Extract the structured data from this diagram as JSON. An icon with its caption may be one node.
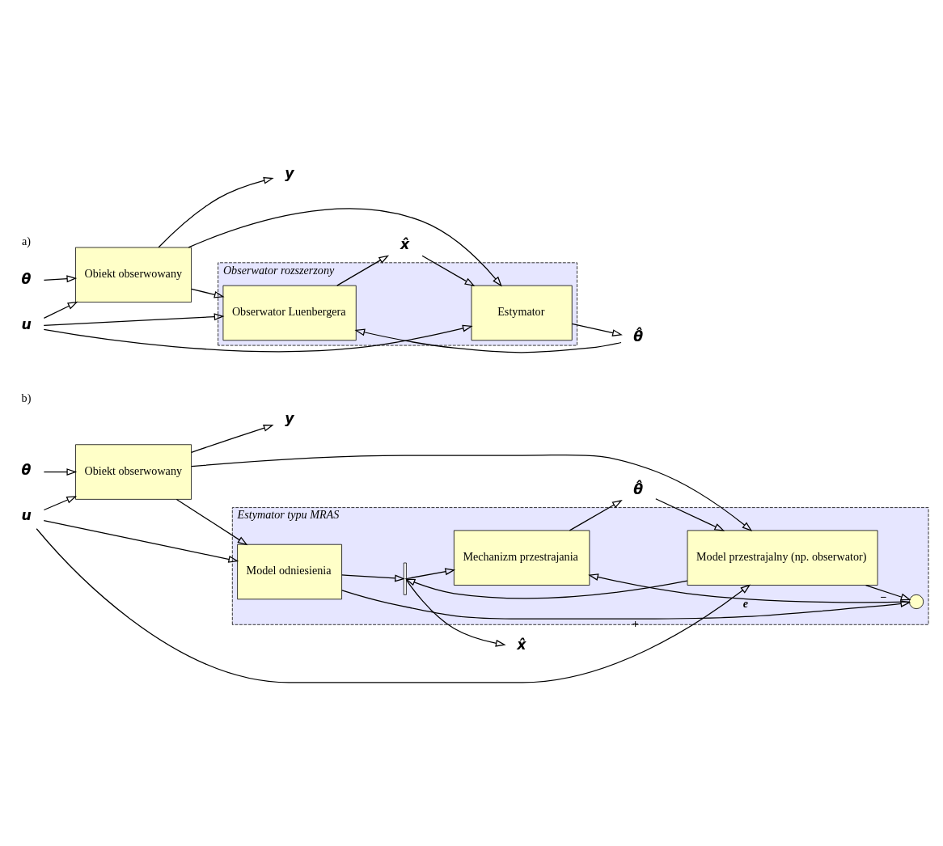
{
  "diagram": {
    "nodes": [
      {
        "text": [
          "θ"
        ]
      },
      {
        "text": [
          "u"
        ]
      },
      {
        "text": [
          "Obiekt obserwowany"
        ]
      },
      {
        "text": [
          "y"
        ]
      },
      {
        "text": [
          "Obserwator rozszerzony"
        ]
      },
      {
        "text": [
          "Obserwator Luenbergera"
        ],
        "in": 4
      },
      {
        "text": [
          "x̂"
        ]
      },
      {
        "text": [
          "Estymator"
        ],
        "in": 4
      },
      {
        "text": [
          "θ̂"
        ]
      },
      {
        "text": [
          "θ"
        ]
      },
      {
        "text": [
          "u"
        ]
      },
      {
        "text": [
          "Obiekt obserwowany"
        ]
      },
      {
        "text": [
          "y"
        ]
      },
      {
        "text": [
          "Estymator typu MRAS"
        ]
      },
      {
        "text": [
          "Model odniesienia"
        ],
        "in": 13
      },
      {
        "text": [],
        "shape": "bar",
        "in": 13
      },
      {
        "text": [
          "x̂"
        ]
      },
      {
        "text": [
          "Mechanizm przestrajania"
        ],
        "in": 13
      },
      {
        "text": [
          "θ̂"
        ]
      },
      {
        "text": [],
        "shape": "circle",
        "in": 13
      },
      {
        "text": [
          "Model przestrajalny (np. obserwator)"
        ],
        "in": 13
      }
    ],
    "edges": [
      {
        "from": 0,
        "to": 2,
        "arrow": "to"
      },
      {
        "from": 1,
        "to": 2,
        "arrow": "to"
      },
      {
        "from": 2,
        "to": 3,
        "arrow": "to"
      },
      {
        "from": 2,
        "to": 5,
        "arrow": "to"
      },
      {
        "from": 1,
        "to": 5,
        "arrow": "to"
      },
      {
        "from": 8,
        "to": 5,
        "arrow": "to"
      },
      {
        "from": 5,
        "to": 6,
        "arrow": "to"
      },
      {
        "from": 6,
        "to": 7,
        "arrow": "to"
      },
      {
        "from": 2,
        "to": 7,
        "arrow": "to"
      },
      {
        "from": 1,
        "to": 7,
        "arrow": "to"
      },
      {
        "from": 7,
        "to": 8,
        "arrow": "to"
      },
      {
        "from": 9,
        "to": 11,
        "arrow": "to"
      },
      {
        "from": 10,
        "to": 11,
        "arrow": "to"
      },
      {
        "from": 11,
        "to": 12,
        "arrow": "to"
      },
      {
        "from": 11,
        "to": 14,
        "arrow": "to"
      },
      {
        "from": 10,
        "to": 14,
        "arrow": "to"
      },
      {
        "from": 11,
        "to": 20,
        "arrow": "to"
      },
      {
        "from": 10,
        "to": 20,
        "arrow": "to"
      },
      {
        "from": 18,
        "to": 20,
        "arrow": "to"
      },
      {
        "from": 14,
        "to": 15,
        "arrow": "to"
      },
      {
        "from": 20,
        "to": 15,
        "arrow": "to"
      },
      {
        "from": 15,
        "to": 16,
        "arrow": "to"
      },
      {
        "from": 15,
        "to": 17,
        "arrow": "to"
      },
      {
        "from": 14,
        "to": 19,
        "arrow": "to",
        "label": "+"
      },
      {
        "from": 20,
        "to": 19,
        "arrow": "to",
        "label": "−"
      },
      {
        "from": 19,
        "to": 17,
        "arrow": "to",
        "label": "e"
      },
      {
        "from": 17,
        "to": 18,
        "arrow": "to"
      }
    ],
    "labels": [
      "a)",
      "b)"
    ]
  }
}
